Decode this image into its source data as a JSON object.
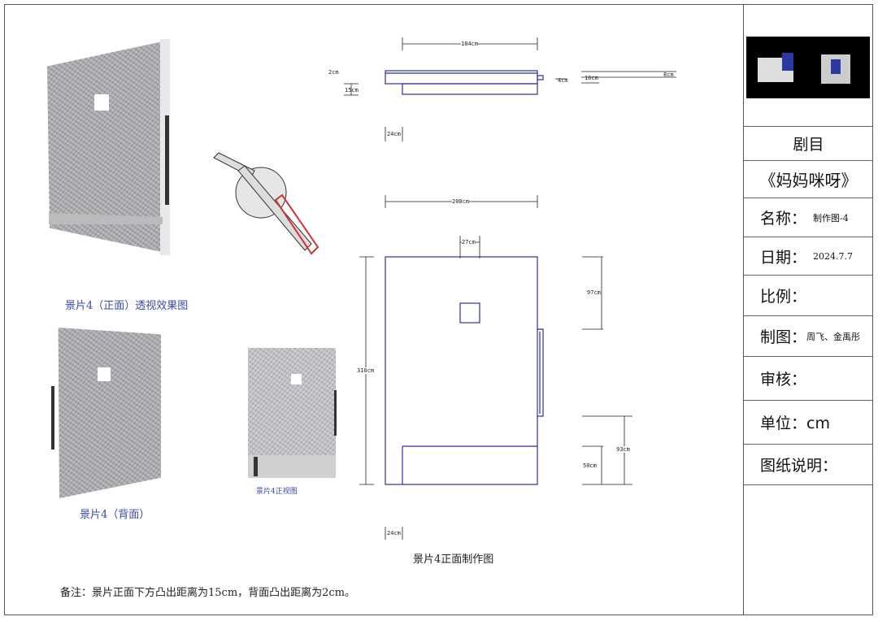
{
  "title_block": {
    "play_label": "剧目",
    "play_title": "《妈妈咪呀》",
    "name_label": "名称：",
    "name_value": "制作图-4",
    "date_label": "日期：",
    "date_value": "2024.7.7",
    "scale_label": "比例：",
    "drawn_label": "制图：",
    "drawn_value": "周飞、金禹彤",
    "review_label": "审核：",
    "unit_label": "单位：cm",
    "notes_label": "图纸说明："
  },
  "captions": {
    "perspective": "景片4（正面）透视效果图",
    "back": "景片4（背面）",
    "front_view": "景片4正视图",
    "production": "景片4正面制作图"
  },
  "note": "备注：景片正面下方凸出距离为15cm，背面凸出距离为2cm。",
  "dimensions": {
    "top_width": "184cm",
    "top_2": "2cm",
    "top_15": "15cm",
    "top_4": "4cm",
    "top_16": "16cm",
    "top_8": "8cm",
    "top_24": "24cm",
    "front_width": "208cm",
    "front_27": "27cm",
    "front_height": "310cm",
    "front_97": "97cm",
    "front_93": "93cm",
    "front_50": "50cm",
    "front_24": "24cm"
  },
  "colors": {
    "line": "#2b2fa8",
    "caption": "#3b4aa8"
  }
}
